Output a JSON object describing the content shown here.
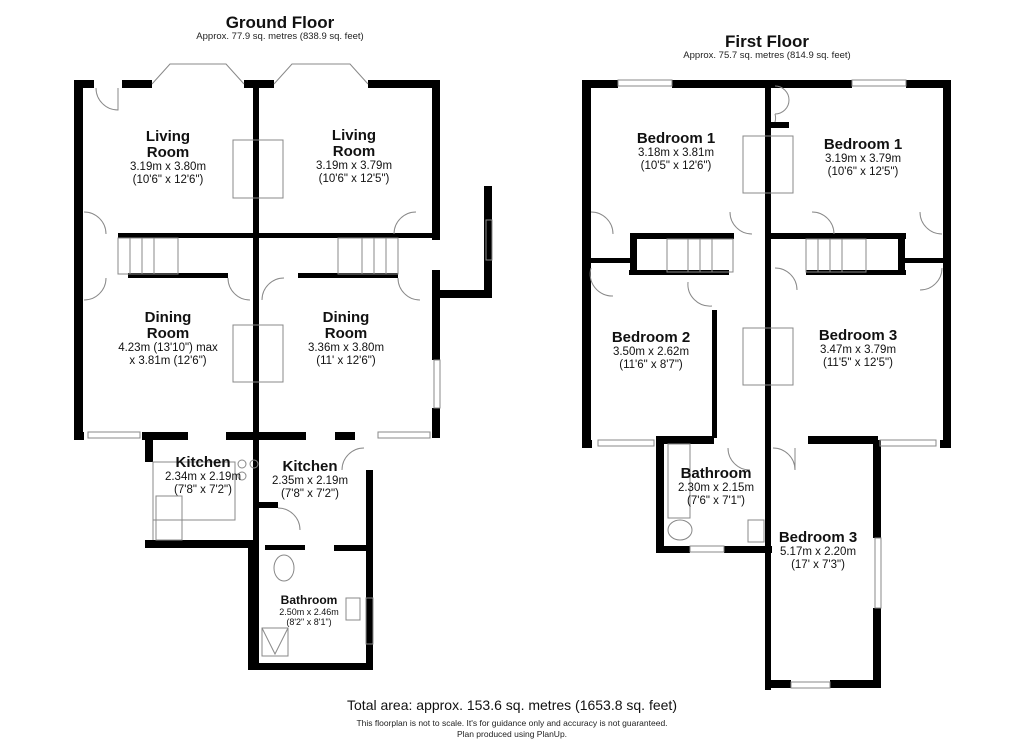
{
  "ground_floor": {
    "title": "Ground Floor",
    "area": "Approx. 77.9 sq. metres (838.9 sq. feet)",
    "rooms": [
      {
        "name_line1": "Living",
        "name_line2": "Room",
        "dim1": "3.19m x 3.80m",
        "dim2": "(10'6\" x 12'6\")"
      },
      {
        "name_line1": "Living",
        "name_line2": "Room",
        "dim1": "3.19m x 3.79m",
        "dim2": "(10'6\" x 12'5\")"
      },
      {
        "name_line1": "Dining",
        "name_line2": "Room",
        "dim1": "4.23m (13'10\") max",
        "dim2": "x 3.81m (12'6\")"
      },
      {
        "name_line1": "Dining",
        "name_line2": "Room",
        "dim1": "3.36m x 3.80m",
        "dim2": "(11' x 12'6\")"
      },
      {
        "name_line1": "Kitchen",
        "dim1": "2.34m x 2.19m",
        "dim2": "(7'8\" x 7'2\")"
      },
      {
        "name_line1": "Kitchen",
        "dim1": "2.35m x 2.19m",
        "dim2": "(7'8\" x 7'2\")"
      },
      {
        "name_line1": "Bathroom",
        "dim1": "2.50m x 2.46m",
        "dim2": "(8'2\" x 8'1\")"
      }
    ]
  },
  "first_floor": {
    "title": "First Floor",
    "area": "Approx. 75.7 sq. metres (814.9 sq. feet)",
    "rooms": [
      {
        "name_line1": "Bedroom 1",
        "dim1": "3.18m x 3.81m",
        "dim2": "(10'5\" x 12'6\")"
      },
      {
        "name_line1": "Bedroom 1",
        "dim1": "3.19m x 3.79m",
        "dim2": "(10'6\" x 12'5\")"
      },
      {
        "name_line1": "Bedroom 2",
        "dim1": "3.50m x 2.62m",
        "dim2": "(11'6\" x 8'7\")"
      },
      {
        "name_line1": "Bedroom 3",
        "dim1": "3.47m x 3.79m",
        "dim2": "(11'5\" x 12'5\")"
      },
      {
        "name_line1": "Bathroom",
        "dim1": "2.30m x 2.15m",
        "dim2": "(7'6\" x 7'1\")"
      },
      {
        "name_line1": "Bedroom 3",
        "dim1": "5.17m x 2.20m",
        "dim2": "(17' x 7'3\")"
      }
    ]
  },
  "footer": {
    "total_area": "Total area: approx. 153.6 sq. metres (1653.8 sq. feet)",
    "disclaimer": "This floorplan is not to scale. It's for guidance only and accuracy is not guaranteed.",
    "credit": "Plan produced using PlanUp."
  },
  "colors": {
    "wall": "#000000",
    "fixture": "#888888",
    "background": "#ffffff"
  }
}
